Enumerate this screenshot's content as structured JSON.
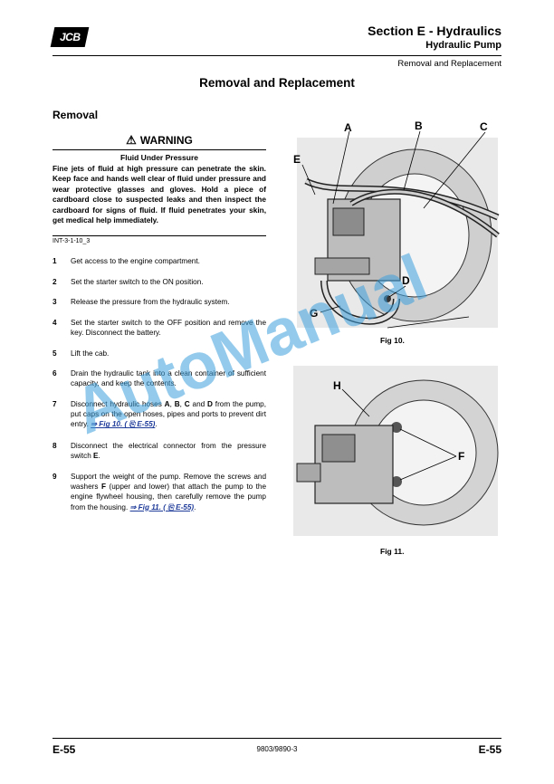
{
  "header": {
    "logo_text": "JCB",
    "section_title": "Section E - Hydraulics",
    "subsection_title": "Hydraulic Pump",
    "topic": "Removal and Replacement"
  },
  "page_heading": "Removal and Replacement",
  "removal_heading": "Removal",
  "warning": {
    "title": "WARNING",
    "subtitle": "Fluid Under Pressure",
    "body": "Fine jets of fluid at high pressure can penetrate the skin. Keep face and hands well clear of fluid under pressure and wear protective glasses and gloves. Hold a piece of cardboard close to suspected leaks and then inspect the cardboard for signs of fluid. If fluid penetrates your skin, get medical help immediately.",
    "code": "INT-3-1-10_3"
  },
  "steps": [
    {
      "num": "1",
      "text": "Get access to the engine compartment."
    },
    {
      "num": "2",
      "text": "Set the starter switch to the ON position."
    },
    {
      "num": "3",
      "text": "Release the pressure from the hydraulic system."
    },
    {
      "num": "4",
      "text": "Set the starter switch to the OFF position and remove the key. Disconnect the battery."
    },
    {
      "num": "5",
      "text": "Lift the cab."
    },
    {
      "num": "6",
      "text": "Drain the hydraulic tank into a clean container of sufficient capacity, and keep the contents."
    },
    {
      "num": "7",
      "pre1": "Disconnect hydraulic hoses ",
      "A": "A",
      "sep1": ", ",
      "B": "B",
      "sep2": ", ",
      "C": "C",
      "sep3": " and ",
      "D": "D",
      "post": " from the pump, put caps on the open hoses, pipes and ports to prevent dirt entry. ",
      "link": "⇒ Fig 10. ( ⎘ E-55)",
      "end": "."
    },
    {
      "num": "8",
      "pre": "Disconnect the electrical connector from the pressure switch ",
      "E": "E",
      "end": "."
    },
    {
      "num": "9",
      "pre": "Support the weight of the pump. Remove the screws and washers ",
      "F": "F",
      "post": " (upper and lower) that attach the pump to the engine flywheel housing, then carefully remove the pump from the housing. ",
      "link": "⇒ Fig 11. ( ⎘ E-55)",
      "end": "."
    }
  ],
  "figures": {
    "fig10": {
      "caption": "Fig 10.",
      "labels": [
        "A",
        "B",
        "C",
        "D",
        "E",
        "G"
      ]
    },
    "fig11": {
      "caption": "Fig 11.",
      "labels": [
        "H",
        "F"
      ]
    }
  },
  "watermark": "AutoManual",
  "footer": {
    "page_left": "E-55",
    "doc_number": "9803/9890-3",
    "page_right": "E-55"
  }
}
